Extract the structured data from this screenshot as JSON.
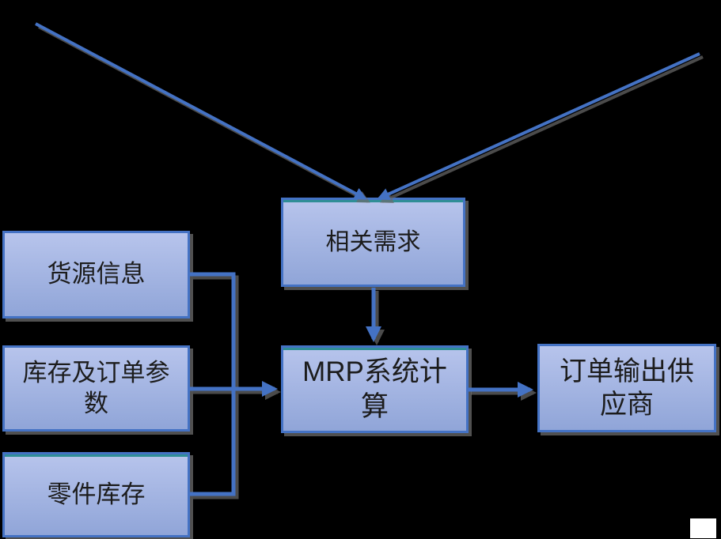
{
  "colors": {
    "background": "#000000",
    "box_fill_top": "#b7c4ec",
    "box_fill_bottom": "#90a5d8",
    "box_border": "#4472c4",
    "connector": "#4472c4",
    "teal_accent": "#2f8e96",
    "shadow": "#6b6b6b",
    "text": "#1c1c1c",
    "corner_square": "#ffffff"
  },
  "diagram": {
    "nodes": {
      "supply_info": {
        "label": "货源信息"
      },
      "inventory_order_params": {
        "label": "库存及订单参数"
      },
      "parts_inventory": {
        "label": "零件库存"
      },
      "related_demand": {
        "label": "相关需求"
      },
      "mrp_calculation": {
        "label": "MRP系统计算"
      },
      "order_output_supplier": {
        "label": "订单输出供应商"
      }
    },
    "edges": [
      {
        "from": "offscreen-top-left",
        "to": "related_demand",
        "style": "straight-arrow"
      },
      {
        "from": "offscreen-top-right",
        "to": "related_demand",
        "style": "straight-arrow"
      },
      {
        "from": "related_demand",
        "to": "mrp_calculation",
        "style": "straight-arrow"
      },
      {
        "from": "supply_info",
        "to": "mrp_calculation",
        "style": "elbow-connector"
      },
      {
        "from": "parts_inventory",
        "to": "mrp_calculation",
        "style": "elbow-connector"
      },
      {
        "from": "inventory_order_params",
        "to": "mrp_calculation",
        "style": "straight-arrow"
      },
      {
        "from": "mrp_calculation",
        "to": "order_output_supplier",
        "style": "straight-arrow"
      }
    ]
  }
}
